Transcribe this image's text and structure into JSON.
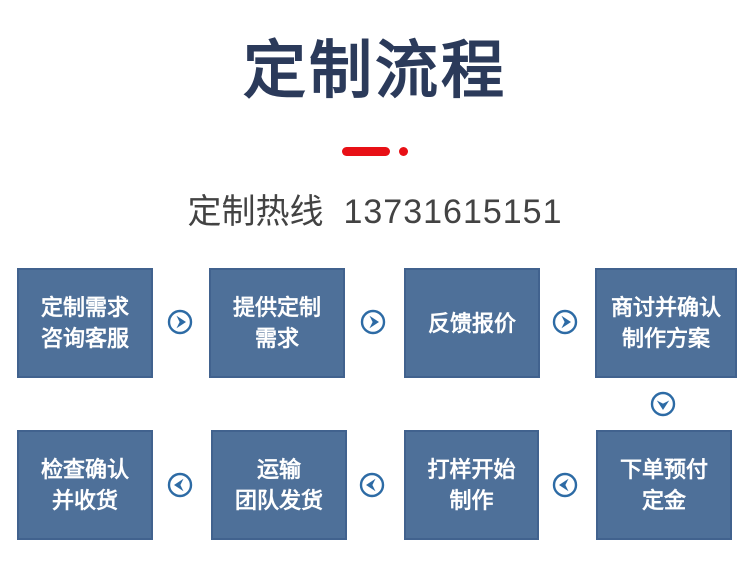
{
  "header": {
    "title": "定制流程",
    "hotline_label": "定制热线",
    "hotline_number": "13731615151"
  },
  "colors": {
    "title_navy": "#2b3a5a",
    "divider_red": "#e81016",
    "box_fill": "#4e7099",
    "box_border": "#41628e",
    "box_text": "#ffffff",
    "arrow_blue": "#2d6ba5",
    "hotline_text": "#434343"
  },
  "flow": {
    "row1": {
      "direction": "right",
      "steps": [
        {
          "line1": "定制需求",
          "line2": "咨询客服"
        },
        {
          "line1": "提供定制",
          "line2": "需求"
        },
        {
          "line1": "反馈报价"
        },
        {
          "line1": "商讨并确认",
          "line2": "制作方案"
        }
      ]
    },
    "connector": {
      "direction": "down"
    },
    "row2": {
      "direction": "left",
      "steps": [
        {
          "line1": "检查确认",
          "line2": "并收货"
        },
        {
          "line1": "运输",
          "line2": "团队发货"
        },
        {
          "line1": "打样开始",
          "line2": "制作"
        },
        {
          "line1": "下单预付",
          "line2": "定金"
        }
      ]
    }
  }
}
